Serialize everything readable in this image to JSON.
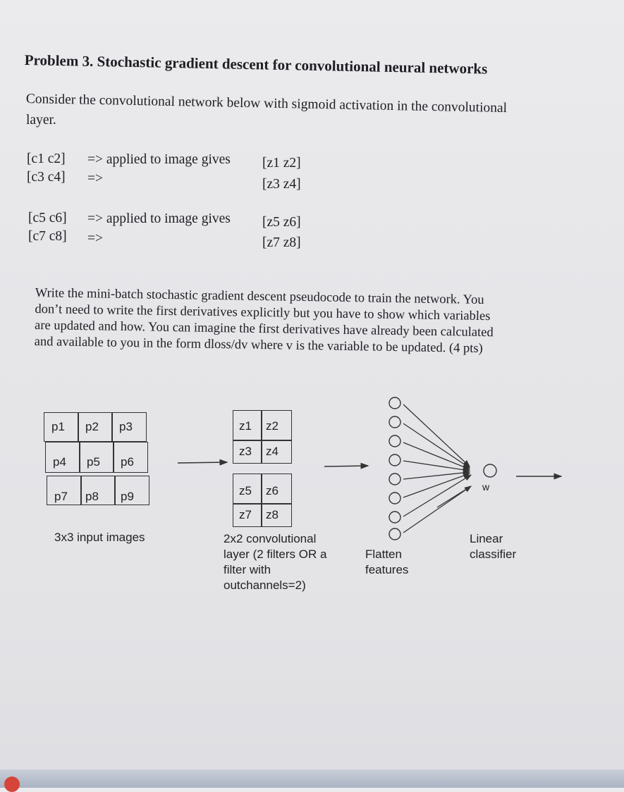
{
  "problem": {
    "title": "Problem 3. Stochastic gradient descent for convolutional neural networks",
    "intro_line1": "Consider the convolutional network below with sigmoid activation in the convolutional",
    "intro_line2": "layer."
  },
  "filters": {
    "f1_row1_left": "[c1  c2]",
    "f1_row1_arrow": "=> applied to image gives",
    "f1_row1_right": "[z1  z2]",
    "f1_row2_left": "[c3  c4]",
    "f1_row2_arrow": "=>",
    "f1_row2_right": "[z3  z4]",
    "f2_row1_left": "[c5  c6]",
    "f2_row1_arrow": "=> applied to image gives",
    "f2_row1_right": "[z5  z6]",
    "f2_row2_left": "[c7  c8]",
    "f2_row2_arrow": "=>",
    "f2_row2_right": "[z7  z8]"
  },
  "instructions": {
    "line1": "Write the mini-batch stochastic gradient descent pseudocode to train the network. You",
    "line2": "don’t need to write the first derivatives explicitly but you have to show which variables",
    "line3": "are updated and how. You can imagine the first derivatives have already been calculated",
    "line4": "and available to you in the form dloss/dv where v is the variable to be updated. (4 pts)"
  },
  "diagram": {
    "input_cells": [
      "p1",
      "p2",
      "p3",
      "p4",
      "p5",
      "p6",
      "p7",
      "p8",
      "p9"
    ],
    "input_caption": "3x3 input images",
    "conv_cells_a": [
      "z1",
      "z2",
      "z3",
      "z4"
    ],
    "conv_cells_b": [
      "z5",
      "z6",
      "z7",
      "z8"
    ],
    "conv_caption": [
      "2x2 convolutional",
      "layer (2 filters OR a",
      "filter with",
      "outchannels=2)"
    ],
    "flatten_caption": [
      "Flatten",
      "features"
    ],
    "weight_label": "w",
    "classifier_caption": [
      "Linear",
      "classifier"
    ]
  },
  "colors": {
    "ink": "#1e1e24",
    "arrow": "#333333",
    "background": "#e8e8eb"
  }
}
